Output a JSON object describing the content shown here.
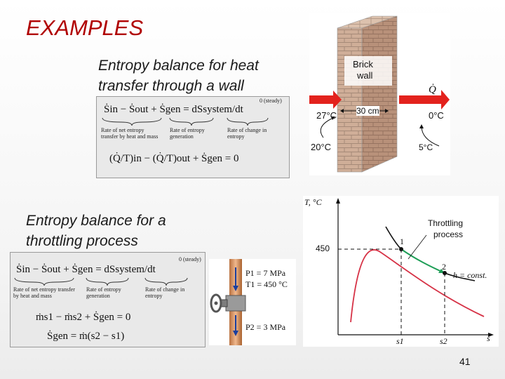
{
  "slide": {
    "title": "EXAMPLES",
    "section1_heading": "Entropy balance for heat transfer through a wall",
    "section2_heading": "Entropy balance for a throttling process",
    "page_number": "41"
  },
  "eq1": {
    "line1": "Ṡin − Ṡout + Ṡgen = dSsystem/dt",
    "steady_note": "0 (steady)",
    "brace_labels": [
      "Rate of net entropy transfer by heat and mass",
      "Rate of entropy generation",
      "Rate of change in entropy"
    ],
    "line2": "(Q̇/T)in − (Q̇/T)out + Ṡgen = 0"
  },
  "eq2": {
    "line1": "Ṡin − Ṡout + Ṡgen = dSsystem/dt",
    "steady_note": "0 (steady)",
    "brace_labels": [
      "Rate of net entropy transfer by heat and mass",
      "Rate of entropy generation",
      "Rate of change in entropy"
    ],
    "line2": "ṁs1 − ṁs2 + Ṡgen = 0",
    "line3": "Ṡgen = ṁ(s2 − s1)"
  },
  "wall_figure": {
    "wall_label_1": "Brick",
    "wall_label_2": "wall",
    "heat_label": "Q̇",
    "thickness": "30 cm",
    "t_inner_surface": "27°C",
    "t_outer_surface": "0°C",
    "t_inside": "20°C",
    "t_outside": "5°C"
  },
  "valve_figure": {
    "p1": "P1 = 7 MPa",
    "t1": "T1 = 450 °C",
    "p2": "P2 = 3 MPa"
  },
  "ts_diagram": {
    "y_axis_label": "T, °C",
    "x_axis_label": "s",
    "t_tick": "450",
    "process_label_1": "Throttling",
    "process_label_2": "process",
    "state1": "1",
    "state2": "2",
    "h_label": "h = const.",
    "s1_label": "s1",
    "s2_label": "s2"
  },
  "colors": {
    "title": "#b00000",
    "brick": "#c9a690",
    "arrow_red": "#e3221d",
    "green_process": "#1e9e57",
    "dome": "#d63246"
  }
}
